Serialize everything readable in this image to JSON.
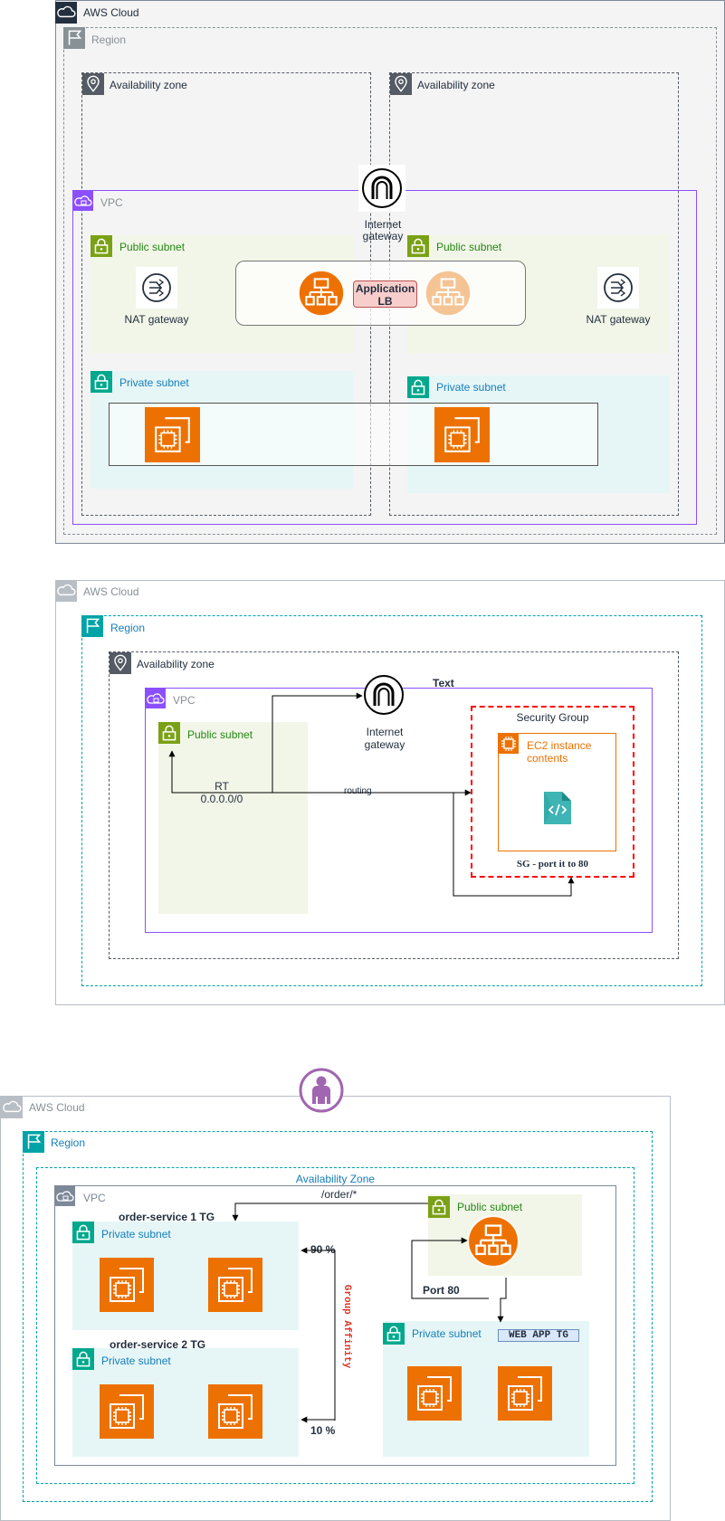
{
  "colors": {
    "cloud_border": "#7d8998",
    "region_teal": "#147eba",
    "region_gray": "#879196",
    "az_border": "#545b64",
    "vpc_purple": "#8c4fff",
    "public_green": "#248814",
    "public_fill": "#f2f6e8",
    "private_teal": "#147eba",
    "private_fill": "#e6f6f7",
    "private_icon": "#01a88d",
    "ec2_orange": "#ed7100",
    "sg_red": "#ff0000",
    "affinity_red": "#dd3522",
    "user_purple": "#a166b0"
  },
  "diagram1": {
    "cloud_label": "AWS Cloud",
    "region_label": "Region",
    "az_left_label": "Availability zone",
    "az_right_label": "Availability zone",
    "vpc_label": "VPC",
    "igw_label": "Internet\ngateway",
    "public_subnet_left": "Public subnet",
    "public_subnet_right": "Public subnet",
    "nat_left": "NAT gateway",
    "nat_right": "NAT gateway",
    "alb_label": "Application\nLB",
    "private_subnet_left": "Private subnet",
    "private_subnet_right": "Private subnet"
  },
  "diagram2": {
    "cloud_label": "AWS Cloud",
    "region_label": "Region",
    "az_label": "Availability zone",
    "vpc_label": "VPC",
    "igw_label": "Internet\ngateway",
    "text_label": "Text",
    "public_subnet": "Public subnet",
    "rt_label": "RT\n0.0.0.0/0",
    "routing_label": "routing",
    "sg_title": "Security Group",
    "ec2_label": "EC2 instance\ncontents",
    "sg_port_label": "SG - port it to 80"
  },
  "diagram3": {
    "cloud_label": "AWS Cloud",
    "region_label": "Region",
    "az_label": "Availability Zone",
    "vpc_label": "VPC",
    "route_label": "/order/*",
    "tg1_label": "order-service 1 TG",
    "tg2_label": "order-service 2 TG",
    "private_subnet_1": "Private subnet",
    "private_subnet_2": "Private subnet",
    "private_subnet_3": "Private subnet",
    "public_subnet": "Public subnet",
    "pct_90": "90 %",
    "pct_10": "10 %",
    "affinity_label": "Group Affinity",
    "port_label": "Port  80",
    "webapp_tg": "WEB APP TG"
  }
}
